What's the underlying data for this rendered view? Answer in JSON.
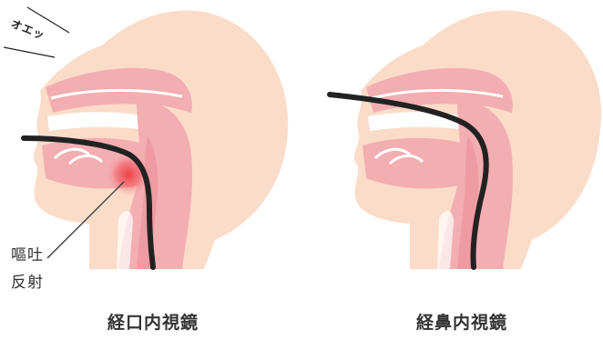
{
  "sound_effect": "オエッ",
  "reflex_label": [
    "嘔吐",
    "反射"
  ],
  "panels": [
    {
      "caption": "経口内視鏡"
    },
    {
      "caption": "経鼻内視鏡"
    }
  ],
  "colors": {
    "skin": "#fbdcc9",
    "tissue": "#f3aeb2",
    "inner_edge": "#e98d94",
    "scope": "#222222",
    "reflex_spot": "#ee3a3f",
    "text": "#333333"
  }
}
